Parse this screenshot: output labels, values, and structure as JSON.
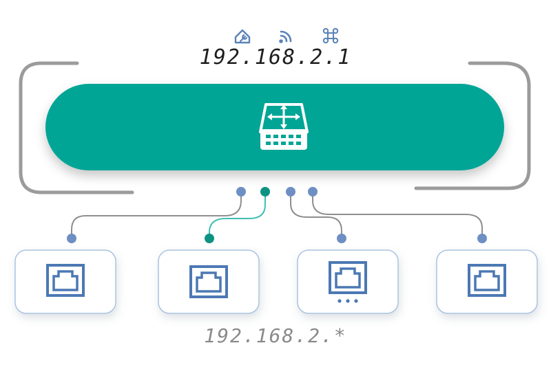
{
  "router": {
    "ip": "192.168.2.1",
    "status_icons": [
      "home-wrench-icon",
      "wifi-icon",
      "command-icon"
    ]
  },
  "subnet": {
    "ip_pattern": "192.168.2.*"
  },
  "ports": [
    {
      "name": "port-1",
      "icon": "ethernet-port-icon",
      "active": false
    },
    {
      "name": "port-2",
      "icon": "ethernet-port-icon",
      "active": true
    },
    {
      "name": "port-3",
      "icon": "ethernet-port-icon",
      "active": false,
      "extra": "ellipsis"
    },
    {
      "name": "port-4",
      "icon": "ethernet-port-icon",
      "active": false
    }
  ],
  "colors": {
    "router_body": "#00a596",
    "bracket": "#9b9b9b",
    "link_idle": "#8e8e8e",
    "link_active": "#3dbfb2",
    "dot_idle": "#6e8fc4",
    "dot_active": "#0e9383",
    "port_box_border": "#a9c3e0",
    "port_icon": "#4c78b4"
  }
}
